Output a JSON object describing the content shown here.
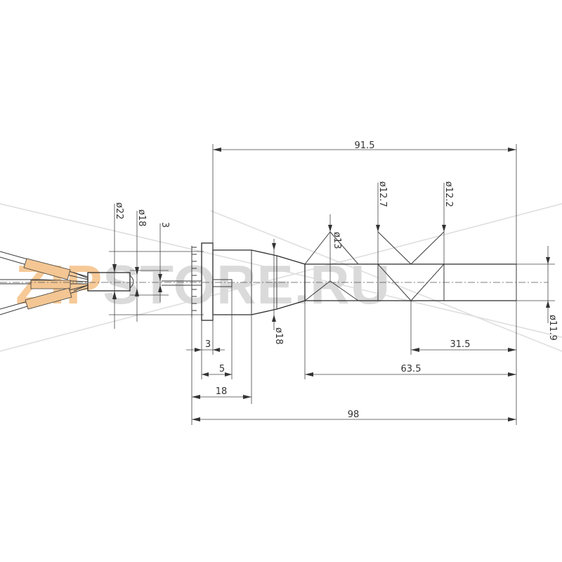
{
  "watermark": {
    "prefix": "ZIP",
    "suffix": "STORE.RU",
    "prefix_color": "#f6c997",
    "suffix_color": "#dadada"
  },
  "dimensions": {
    "overall_length": "98",
    "length_91_5": "91.5",
    "length_63_5": "63.5",
    "length_31_5": "31.5",
    "length_18": "18",
    "length_5": "5",
    "length_3_bottom": "3",
    "length_3_top": "3",
    "dia_22": "ø22",
    "dia_18_left": "ø18",
    "dia_18_body": "ø18",
    "dia_13": "ø13",
    "dia_12_7": "ø12.7",
    "dia_12_2": "ø12.2",
    "dia_11_9": "ø11.9"
  },
  "colors": {
    "line": "#3a3a3a",
    "wire_insulation": "#f3c693"
  }
}
